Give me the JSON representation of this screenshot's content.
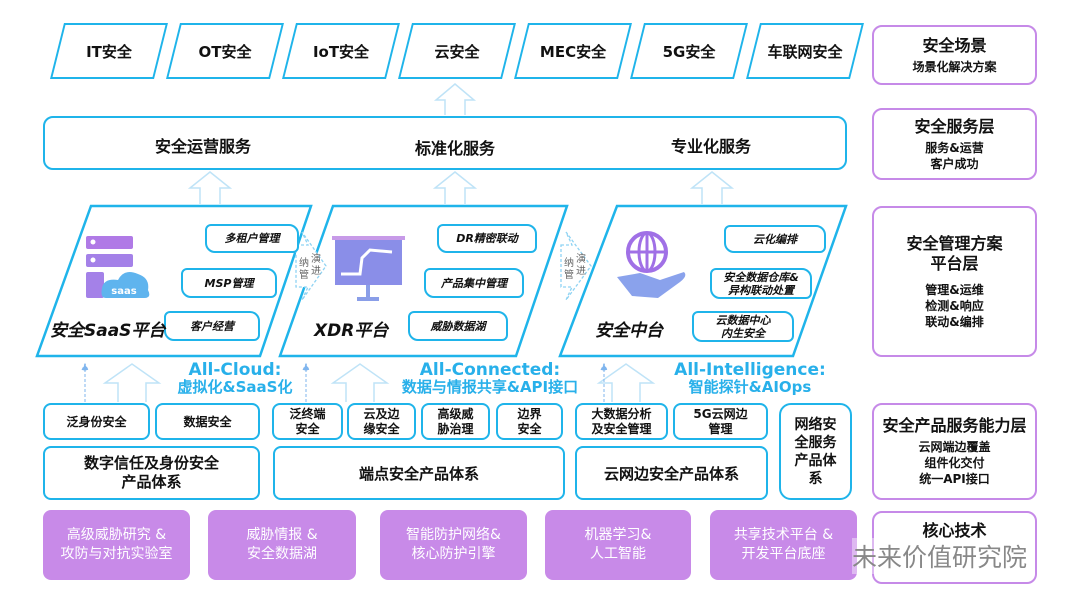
{
  "scenarios": [
    "IT安全",
    "OT安全",
    "IoT安全",
    "云安全",
    "MEC安全",
    "5G安全",
    "车联网安全"
  ],
  "services": [
    "安全运营服务",
    "标准化服务",
    "专业化服务"
  ],
  "platforms": [
    {
      "title": "安全SaaS平台",
      "icon": "saas-server-cloud-icon",
      "icon_text": "saas",
      "features": [
        "多租户管理",
        "MSP管理",
        "客户经营"
      ]
    },
    {
      "title": "XDR平台",
      "icon": "presentation-screen-icon",
      "features": [
        "DR精密联动",
        "产品集中管理",
        "威胁数据湖"
      ]
    },
    {
      "title": "安全中台",
      "icon": "globe-hand-icon",
      "features": [
        "云化编排",
        "安全数据仓库&\n异构联动处置",
        "云数据中心\n内生安全"
      ]
    }
  ],
  "evolution_arrow": {
    "left": "纳\n管",
    "right": "演\n进"
  },
  "pillars": [
    {
      "title": "All-Cloud:",
      "subtitle": "虚拟化&SaaS化"
    },
    {
      "title": "All-Connected:",
      "subtitle": "数据与情报共享&API接口"
    },
    {
      "title": "All-Intelligence:",
      "subtitle": "智能探针&AIOps"
    }
  ],
  "product_items": [
    "泛身份安全",
    "数据安全",
    "泛终端\n安全",
    "云及边\n缘安全",
    "高级威\n胁治理",
    "边界\n安全",
    "大数据分析\n及安全管理",
    "5G云网边\n管理"
  ],
  "product_systems": [
    "数字信任及身份安全\n产品体系",
    "端点安全产品体系",
    "云网边安全产品体系",
    "网络安\n全服务\n产品体\n系"
  ],
  "core_tech": [
    "高级威胁研究 &\n攻防与对抗实验室",
    "威胁情报 &\n安全数据湖",
    "智能防护网络&\n核心防护引擎",
    "机器学习&\n人工智能",
    "共享技术平台 &\n开发平台底座"
  ],
  "layers": [
    {
      "title": "安全场景",
      "subtitle": "场景化解决方案"
    },
    {
      "title": "安全服务层",
      "subtitle": "服务&运营\n客户成功"
    },
    {
      "title": "安全管理方案\n平台层",
      "subtitle": "管理&运维\n检测&响应\n联动&编排"
    },
    {
      "title": "安全产品服务能力层",
      "subtitle": "云网端边覆盖\n组件化交付\n统一API接口"
    },
    {
      "title": "核心技术",
      "subtitle": ""
    }
  ],
  "watermark": "未来价值研究院",
  "colors": {
    "blue": "#1fb4ea",
    "purple": "#c88ae8",
    "label_blue": "#28b0ea"
  }
}
